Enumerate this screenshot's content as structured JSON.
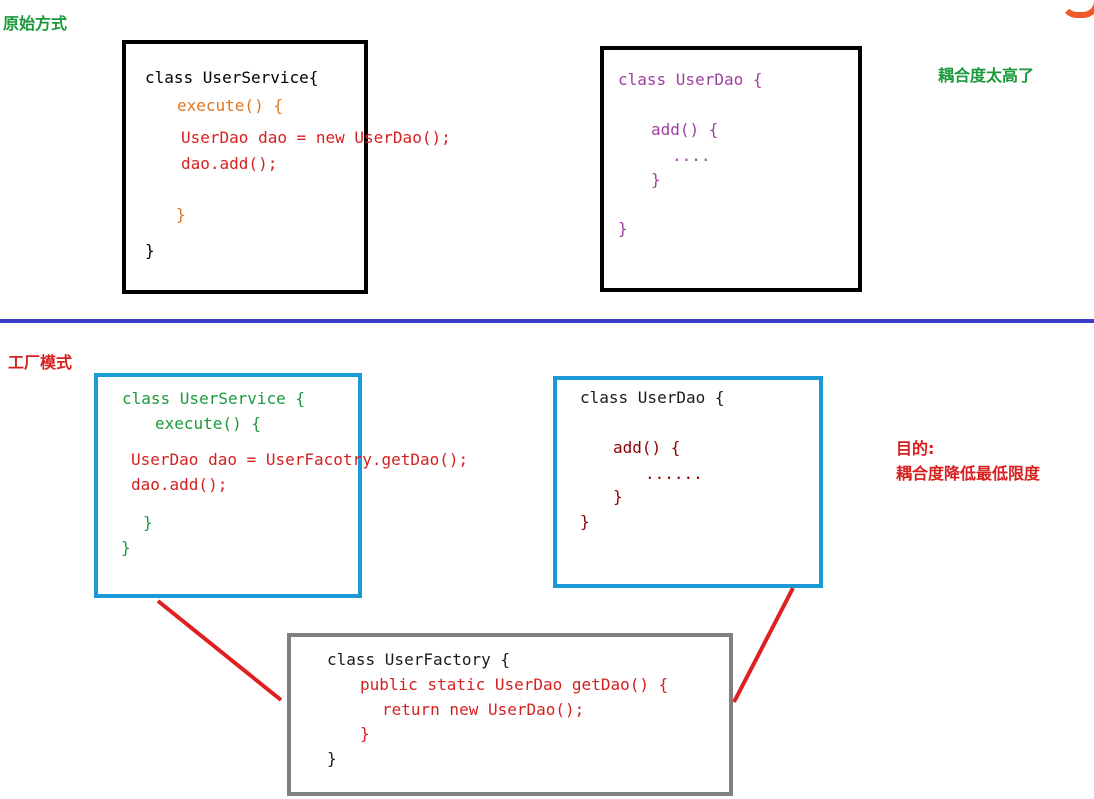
{
  "original": {
    "section_label": "原始方式",
    "coupling_note": "耦合度太高了",
    "service_box": {
      "line1": "class UserService{",
      "line2": "execute() {",
      "line3": "UserDao dao = new UserDao();",
      "line4": "dao.add();",
      "line5": "}",
      "line6": "}"
    },
    "dao_box": {
      "line1": "class UserDao {",
      "line2": "add() {",
      "line3": "....",
      "line4": "}",
      "line5": "}"
    }
  },
  "factory": {
    "section_label": "工厂模式",
    "goal_label": "目的:",
    "goal_text": "耦合度降低最低限度",
    "service_box": {
      "line1": "class UserService {",
      "line2": "execute() {",
      "line3": "UserDao dao = UserFacotry.getDao();",
      "line4": "dao.add();",
      "line5": "}",
      "line6": "}"
    },
    "dao_box": {
      "line1": "class UserDao {",
      "line2": "add() {",
      "line3": "......",
      "line4": "}",
      "line5": "}"
    },
    "factory_box": {
      "line1": "class UserFactory {",
      "line2": "public static UserDao getDao() {",
      "line3": "return new UserDao();",
      "line4": "}",
      "line5": "}"
    }
  },
  "colors": {
    "divider": "#3b3bc8",
    "service_border": "#1a9ad6",
    "factory_border": "#808080",
    "connector": "#e02020",
    "logo": "#f05a28"
  }
}
